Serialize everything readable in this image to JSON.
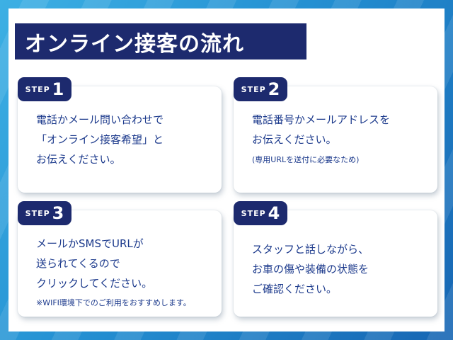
{
  "colors": {
    "banner_bg": "#1d2a6e",
    "badge_bg": "#1d2a6e",
    "card_text": "#1c3a8c",
    "bg_gradient_start": "#3db0e4",
    "bg_gradient_end": "#1766b3",
    "panel_bg": "#ffffff"
  },
  "header": {
    "title": "オンライン接客の流れ"
  },
  "steps": [
    {
      "label": "STEP",
      "number": "1",
      "lines": [
        "電話かメール問い合わせで",
        "「オンライン接客希望」と",
        "お伝えください。"
      ]
    },
    {
      "label": "STEP",
      "number": "2",
      "lines": [
        "電話番号かメールアドレスを",
        "お伝えください。"
      ],
      "note": "(専用URLを送付に必要なため)"
    },
    {
      "label": "STEP",
      "number": "3",
      "lines": [
        "メールかSMSでURLが",
        "送られてくるので",
        "クリックしてください。"
      ],
      "note": "※WIFI環境下でのご利用をおすすめします。"
    },
    {
      "label": "STEP",
      "number": "4",
      "lines": [
        "スタッフと話しながら、",
        "お車の傷や装備の状態を",
        "ご確認ください。"
      ]
    }
  ]
}
